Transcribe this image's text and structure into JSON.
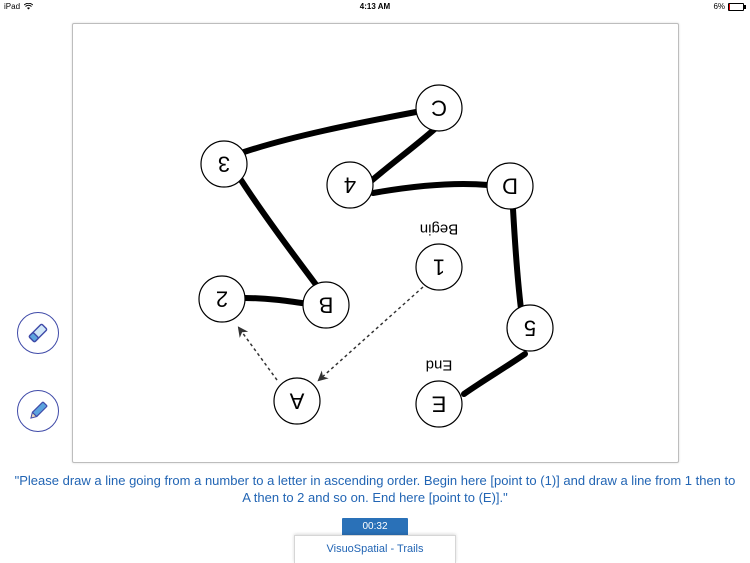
{
  "status_bar": {
    "device": "iPad",
    "time": "4:13 AM",
    "battery": "6%"
  },
  "test": {
    "nodes": [
      {
        "id": "1",
        "label": "1"
      },
      {
        "id": "A",
        "label": "A"
      },
      {
        "id": "2",
        "label": "2"
      },
      {
        "id": "B",
        "label": "B"
      },
      {
        "id": "3",
        "label": "3"
      },
      {
        "id": "C",
        "label": "C"
      },
      {
        "id": "4",
        "label": "4"
      },
      {
        "id": "D",
        "label": "D"
      },
      {
        "id": "5",
        "label": "5"
      },
      {
        "id": "E",
        "label": "E"
      }
    ],
    "begin_label": "Begin",
    "end_label": "End"
  },
  "tools": {
    "eraser_icon": "eraser-icon",
    "pen_icon": "pen-icon",
    "accent_color": "#3f4aa8"
  },
  "instruction": "\"Please draw a line going from a number to a letter in ascending order. Begin here [point to (1)] and draw a line from 1 then to A then to 2 and so on. End here [point to (E)].\"",
  "timer": "00:32",
  "tab_label": "VisuoSpatial - Trails",
  "colors": {
    "text_blue": "#2265b4",
    "timer_bg": "#2a71b8"
  }
}
